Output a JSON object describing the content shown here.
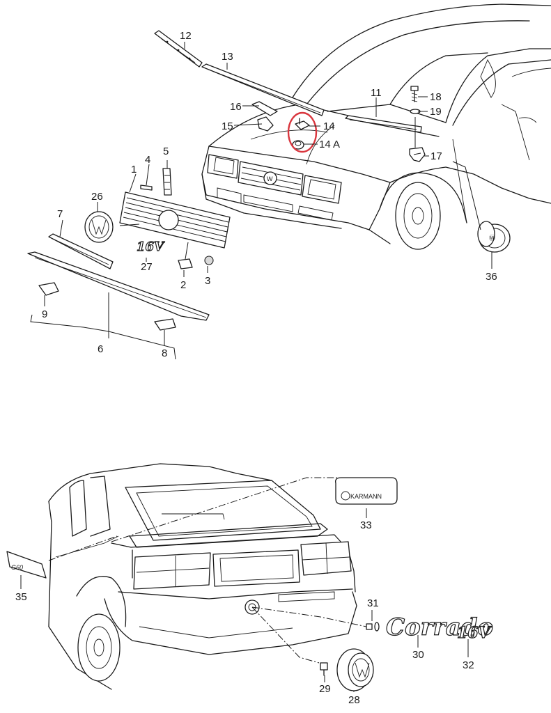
{
  "callouts": {
    "c1": "1",
    "c2": "2",
    "c3": "3",
    "c4": "4",
    "c5": "5",
    "c6": "6",
    "c7": "7",
    "c8": "8",
    "c9": "9",
    "c11": "11",
    "c12": "12",
    "c13": "13",
    "c14": "14",
    "c14a": "14 A",
    "c15": "15",
    "c16": "16",
    "c17": "17",
    "c18": "18",
    "c19": "19",
    "c26": "26",
    "c27": "27",
    "c36": "36",
    "c28": "28",
    "c29": "29",
    "c30": "30",
    "c31": "31",
    "c32": "32",
    "c33": "33",
    "c35": "35"
  },
  "badges": {
    "karmann": "KARMANN",
    "corrado": "Corrado",
    "sixteen_v_rear": "16V",
    "sixteen_v_grille": "16V",
    "gti": "G60"
  },
  "colors": {
    "line": "#1a1a1a",
    "highlight": "#d9363e",
    "background": "#ffffff"
  }
}
